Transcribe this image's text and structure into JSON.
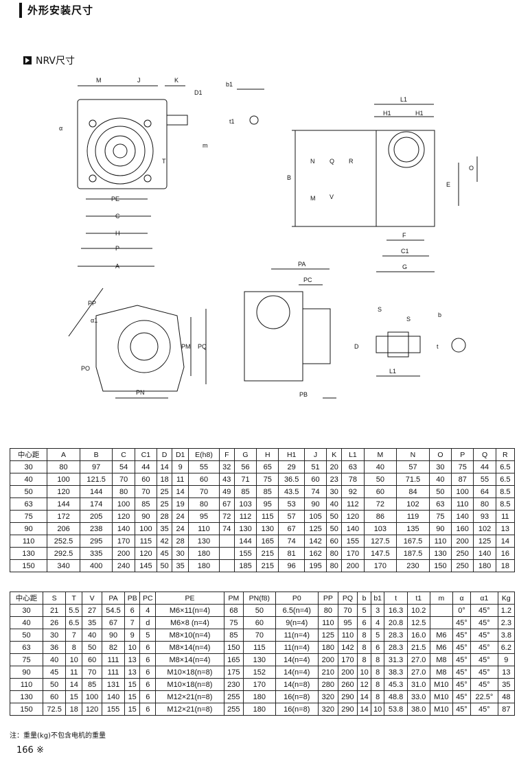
{
  "header": {
    "title": "外形安装尺寸"
  },
  "subtitle": "NRV尺寸",
  "diagram_labels": [
    "M",
    "J",
    "K",
    "D1",
    "b1",
    "t1",
    "α",
    "m",
    "T",
    "PE",
    "C",
    "H",
    "P",
    "A",
    "L1",
    "H1",
    "H1",
    "B",
    "N",
    "M",
    "Q",
    "R",
    "V",
    "O",
    "E",
    "F",
    "C1",
    "G",
    "PA",
    "PC",
    "PB",
    "PP",
    "α1",
    "PM",
    "PQ",
    "PO",
    "PN",
    "S",
    "S",
    "b",
    "D",
    "t",
    "L1"
  ],
  "table1": {
    "headers": [
      "中心距",
      "A",
      "B",
      "C",
      "C1",
      "D",
      "D1",
      "E(h8)",
      "F",
      "G",
      "H",
      "H1",
      "J",
      "K",
      "L1",
      "M",
      "N",
      "O",
      "P",
      "Q",
      "R"
    ],
    "rows": [
      [
        "30",
        "80",
        "97",
        "54",
        "44",
        "14",
        "9",
        "55",
        "32",
        "56",
        "65",
        "29",
        "51",
        "20",
        "63",
        "40",
        "57",
        "30",
        "75",
        "44",
        "6.5"
      ],
      [
        "40",
        "100",
        "121.5",
        "70",
        "60",
        "18",
        "11",
        "60",
        "43",
        "71",
        "75",
        "36.5",
        "60",
        "23",
        "78",
        "50",
        "71.5",
        "40",
        "87",
        "55",
        "6.5"
      ],
      [
        "50",
        "120",
        "144",
        "80",
        "70",
        "25",
        "14",
        "70",
        "49",
        "85",
        "85",
        "43.5",
        "74",
        "30",
        "92",
        "60",
        "84",
        "50",
        "100",
        "64",
        "8.5"
      ],
      [
        "63",
        "144",
        "174",
        "100",
        "85",
        "25",
        "19",
        "80",
        "67",
        "103",
        "95",
        "53",
        "90",
        "40",
        "112",
        "72",
        "102",
        "63",
        "110",
        "80",
        "8.5"
      ],
      [
        "75",
        "172",
        "205",
        "120",
        "90",
        "28",
        "24",
        "95",
        "72",
        "112",
        "115",
        "57",
        "105",
        "50",
        "120",
        "86",
        "119",
        "75",
        "140",
        "93",
        "11"
      ],
      [
        "90",
        "206",
        "238",
        "140",
        "100",
        "35",
        "24",
        "110",
        "74",
        "130",
        "130",
        "67",
        "125",
        "50",
        "140",
        "103",
        "135",
        "90",
        "160",
        "102",
        "13"
      ],
      [
        "110",
        "252.5",
        "295",
        "170",
        "115",
        "42",
        "28",
        "130",
        "",
        "144",
        "165",
        "74",
        "142",
        "60",
        "155",
        "127.5",
        "167.5",
        "110",
        "200",
        "125",
        "14"
      ],
      [
        "130",
        "292.5",
        "335",
        "200",
        "120",
        "45",
        "30",
        "180",
        "",
        "155",
        "215",
        "81",
        "162",
        "80",
        "170",
        "147.5",
        "187.5",
        "130",
        "250",
        "140",
        "16"
      ],
      [
        "150",
        "340",
        "400",
        "240",
        "145",
        "50",
        "35",
        "180",
        "",
        "185",
        "215",
        "96",
        "195",
        "80",
        "200",
        "170",
        "230",
        "150",
        "250",
        "180",
        "18"
      ]
    ]
  },
  "table2": {
    "headers": [
      "中心距",
      "S",
      "T",
      "V",
      "PA",
      "PB",
      "PC",
      "PE",
      "PM",
      "PN(f8)",
      "P0",
      "PP",
      "PQ",
      "b",
      "b1",
      "t",
      "t1",
      "m",
      "α",
      "α1",
      "Kg"
    ],
    "rows": [
      [
        "30",
        "21",
        "5.5",
        "27",
        "54.5",
        "6",
        "4",
        "M6×11(n=4)",
        "68",
        "50",
        "6.5(n=4)",
        "80",
        "70",
        "5",
        "3",
        "16.3",
        "10.2",
        "",
        "0°",
        "45°",
        "1.2"
      ],
      [
        "40",
        "26",
        "6.5",
        "35",
        "67",
        "7",
        "d",
        "M6×8 (n=4)",
        "75",
        "60",
        "9(n=4)",
        "110",
        "95",
        "6",
        "4",
        "20.8",
        "12.5",
        "",
        "45°",
        "45°",
        "2.3"
      ],
      [
        "50",
        "30",
        "7",
        "40",
        "90",
        "9",
        "5",
        "M8×10(n=4)",
        "85",
        "70",
        "11(n=4)",
        "125",
        "110",
        "8",
        "5",
        "28.3",
        "16.0",
        "M6",
        "45°",
        "45°",
        "3.8"
      ],
      [
        "63",
        "36",
        "8",
        "50",
        "82",
        "10",
        "6",
        "M8×14(n=4)",
        "150",
        "115",
        "11(n=4)",
        "180",
        "142",
        "8",
        "6",
        "28.3",
        "21.5",
        "M6",
        "45°",
        "45°",
        "6.2"
      ],
      [
        "75",
        "40",
        "10",
        "60",
        "111",
        "13",
        "6",
        "M8×14(n=4)",
        "165",
        "130",
        "14(n=4)",
        "200",
        "170",
        "8",
        "8",
        "31.3",
        "27.0",
        "M8",
        "45°",
        "45°",
        "9"
      ],
      [
        "90",
        "45",
        "11",
        "70",
        "111",
        "13",
        "6",
        "M10×18(n=8)",
        "175",
        "152",
        "14(n=4)",
        "210",
        "200",
        "10",
        "8",
        "38.3",
        "27.0",
        "M8",
        "45°",
        "45°",
        "13"
      ],
      [
        "110",
        "50",
        "14",
        "85",
        "131",
        "15",
        "6",
        "M10×18(n=8)",
        "230",
        "170",
        "14(n=8)",
        "280",
        "260",
        "12",
        "8",
        "45.3",
        "31.0",
        "M10",
        "45°",
        "45°",
        "35"
      ],
      [
        "130",
        "60",
        "15",
        "100",
        "140",
        "15",
        "6",
        "M12×21(n=8)",
        "255",
        "180",
        "16(n=8)",
        "320",
        "290",
        "14",
        "8",
        "48.8",
        "33.0",
        "M10",
        "45°",
        "22.5°",
        "48"
      ],
      [
        "150",
        "72.5",
        "18",
        "120",
        "155",
        "15",
        "6",
        "M12×21(n=8)",
        "255",
        "180",
        "16(n=8)",
        "320",
        "290",
        "14",
        "10",
        "53.8",
        "38.0",
        "M10",
        "45°",
        "45°",
        "87"
      ]
    ]
  },
  "note": "注：重量(kg)不包含电机的重量",
  "page_number": "166 ※"
}
